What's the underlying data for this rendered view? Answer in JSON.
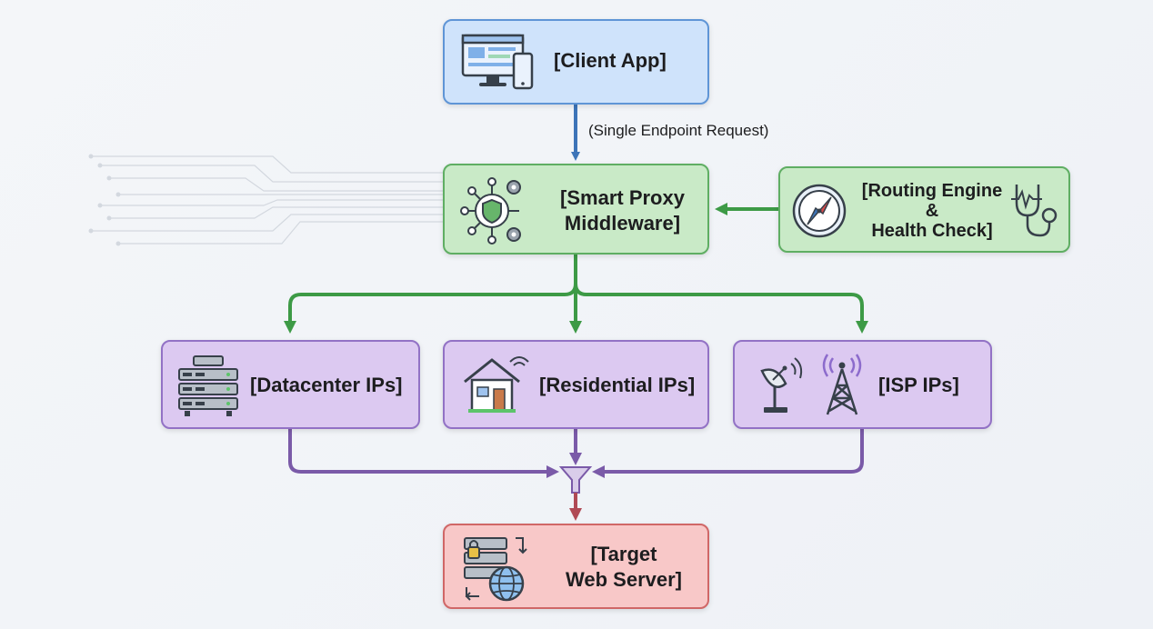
{
  "nodes": {
    "client_app": "[Client App]",
    "smart_proxy": "[Smart Proxy\nMiddleware]",
    "routing_engine": "[Routing Engine\n&\nHealth Check]",
    "datacenter_ips": "[Datacenter IPs]",
    "residential_ips": "[Residential IPs]",
    "isp_ips": "[ISP IPs]",
    "target_web_server": "[Target\nWeb Server]"
  },
  "edges": {
    "client_to_proxy_label": "(Single Endpoint Request)"
  },
  "icons": {
    "client_app": "browser-and-phone-icon",
    "smart_proxy": "shield-network-gears-icon",
    "routing_engine_left": "compass-icon",
    "routing_engine_right": "stethoscope-icon",
    "datacenter": "server-rack-icon",
    "residential": "house-wifi-icon",
    "isp_left": "satellite-dish-icon",
    "isp_right": "radio-tower-icon",
    "target": "secure-server-globe-icon",
    "merge": "funnel-icon"
  },
  "colors": {
    "client": "#cfe3fb",
    "proxy": "#c9eac7",
    "pools": "#dcc9f1",
    "target": "#f8c8c8",
    "arrow_blue": "#3d74b8",
    "arrow_green": "#3d9a46",
    "arrow_purple": "#7a5aa8",
    "arrow_red": "#b04a55"
  }
}
